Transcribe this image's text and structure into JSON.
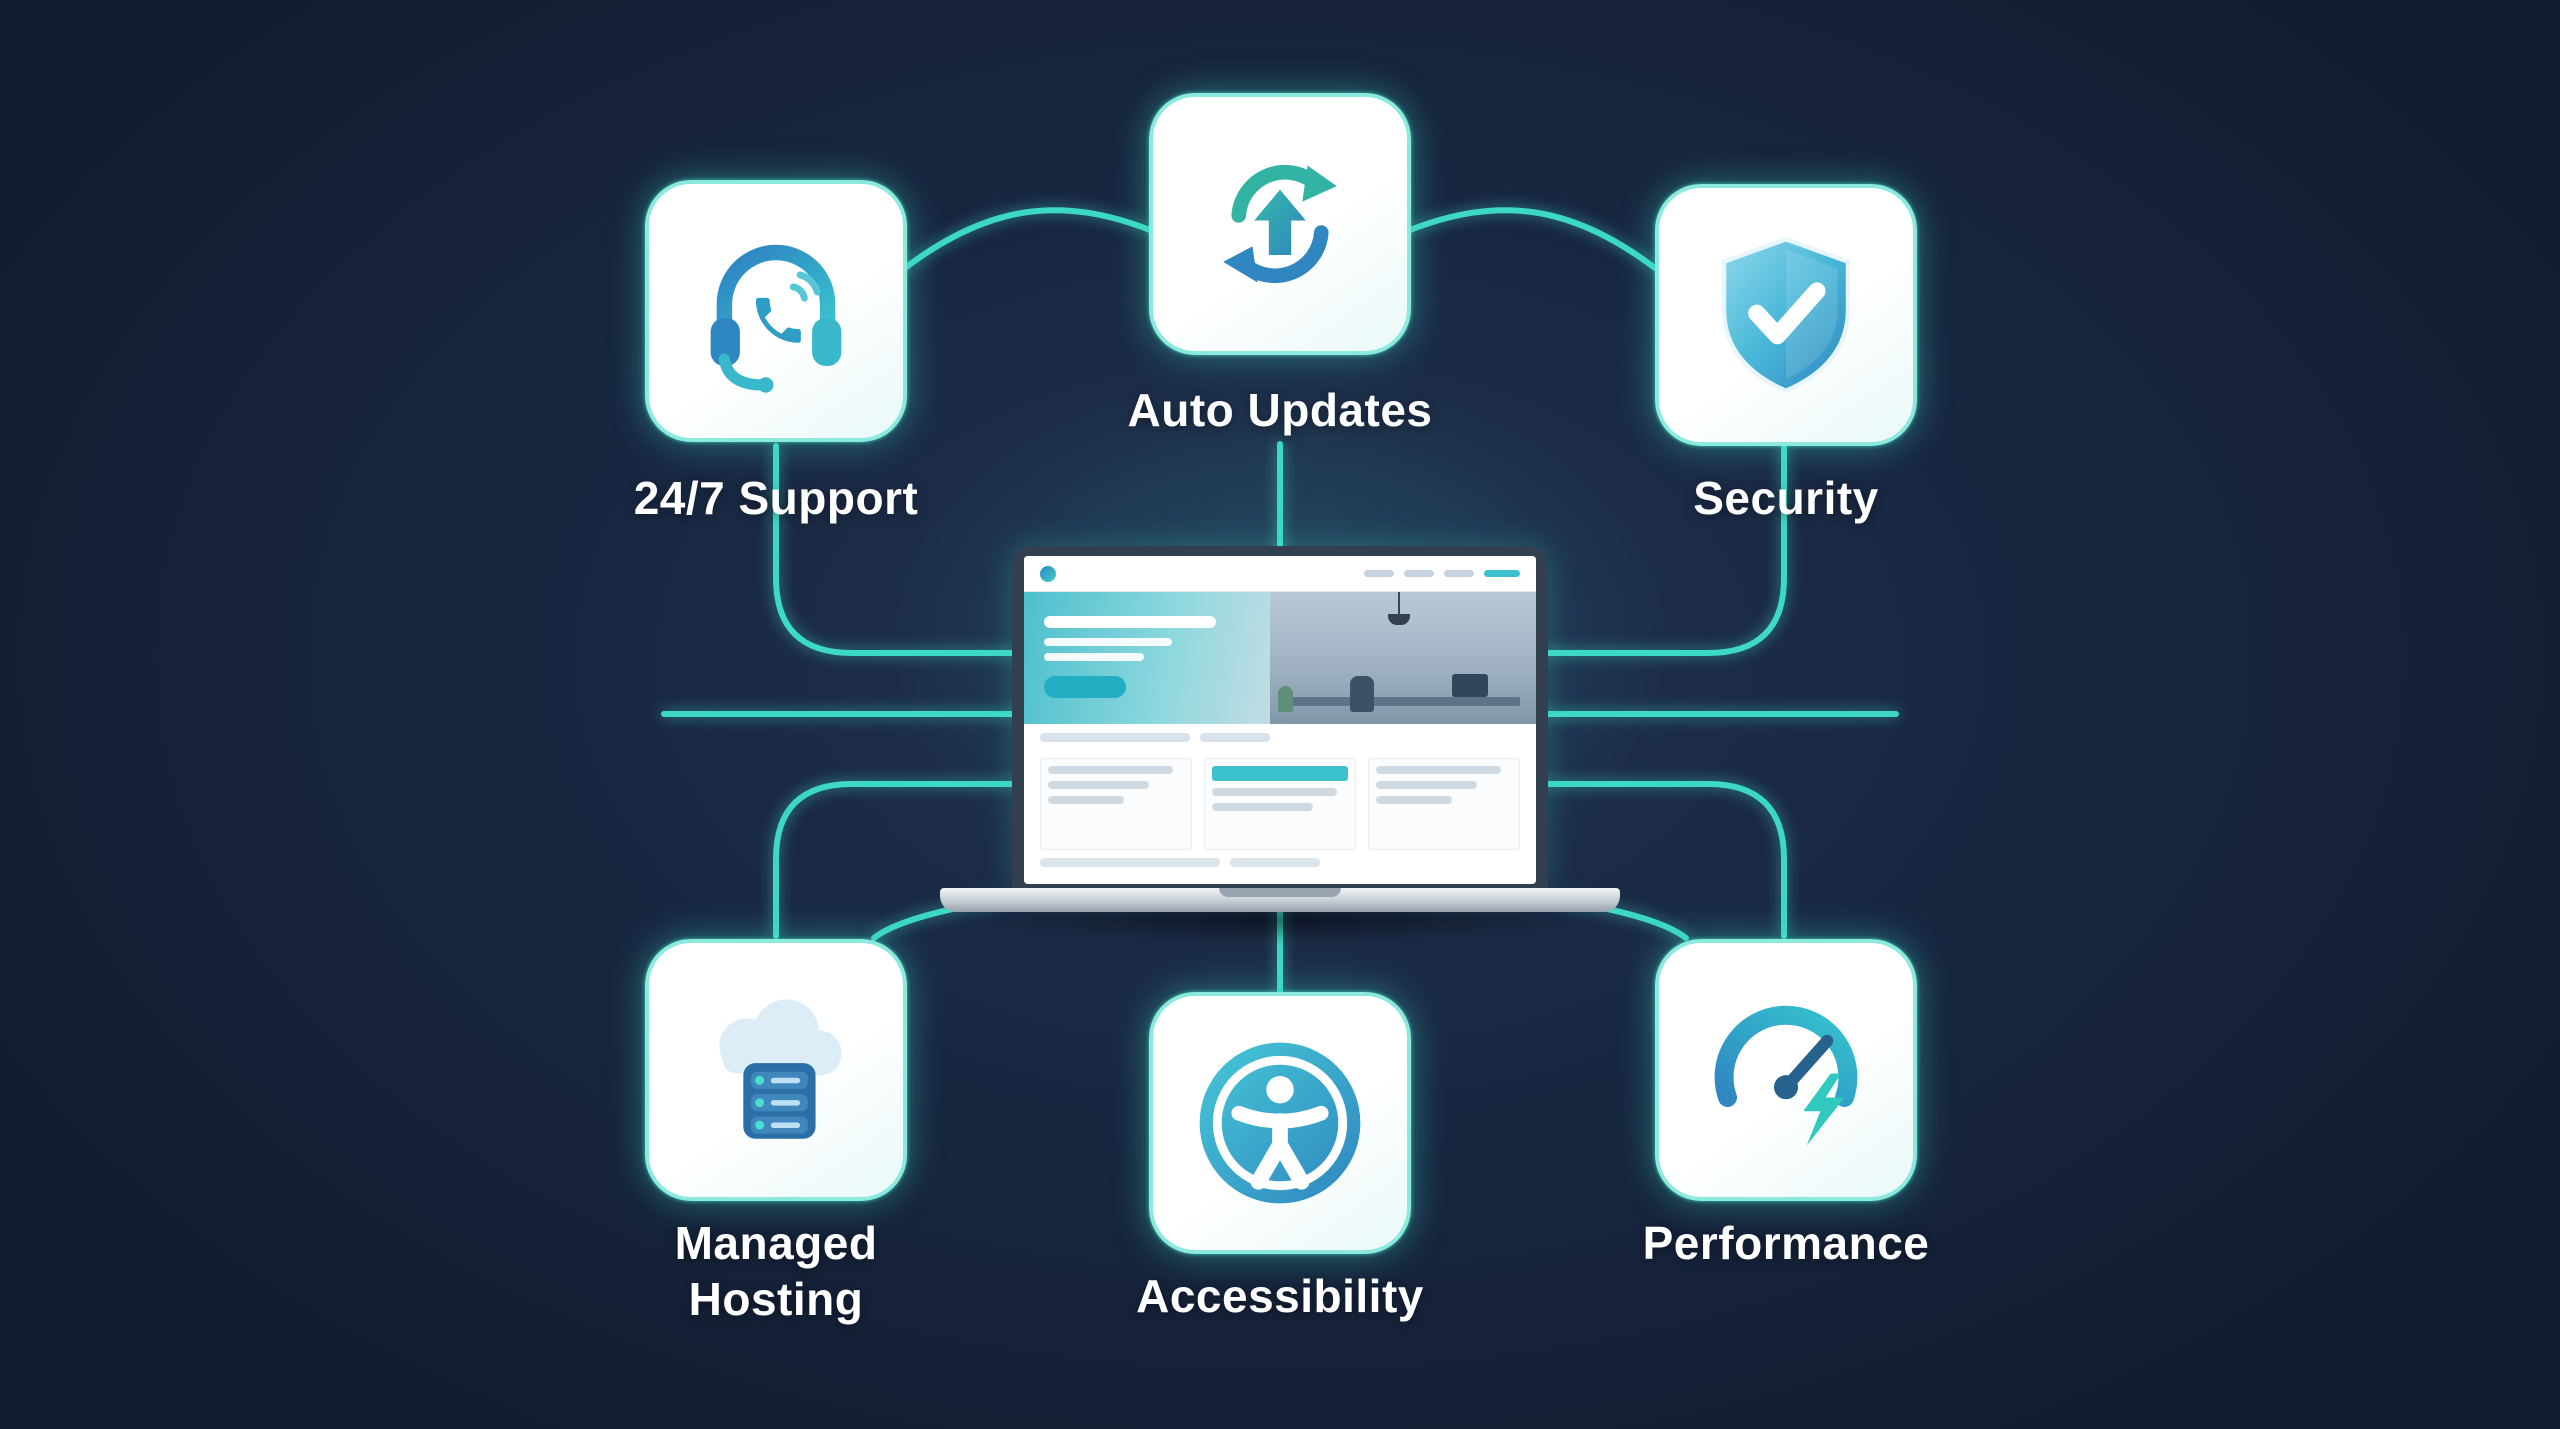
{
  "colors": {
    "background": "#17253F",
    "accent_teal": "#3FE0C9",
    "card_background": "#FFFFFF",
    "icon_blue": "#2E7FC1",
    "icon_teal": "#38C6D0",
    "label_text": "#FFFFFF"
  },
  "features": [
    {
      "id": "support",
      "label": "24/7 Support",
      "icon": "headset-phone-icon"
    },
    {
      "id": "auto_updates",
      "label": "Auto Updates",
      "icon": "refresh-arrows-icon"
    },
    {
      "id": "security",
      "label": "Security",
      "icon": "shield-check-icon"
    },
    {
      "id": "managed_hosting",
      "label": "Managed Hosting",
      "icon": "cloud-server-icon"
    },
    {
      "id": "accessibility",
      "label": "Accessibility",
      "icon": "accessibility-person-icon"
    },
    {
      "id": "performance",
      "label": "Performance",
      "icon": "gauge-lightning-icon"
    }
  ],
  "illustration": {
    "type": "laptop-with-website-mockup"
  }
}
